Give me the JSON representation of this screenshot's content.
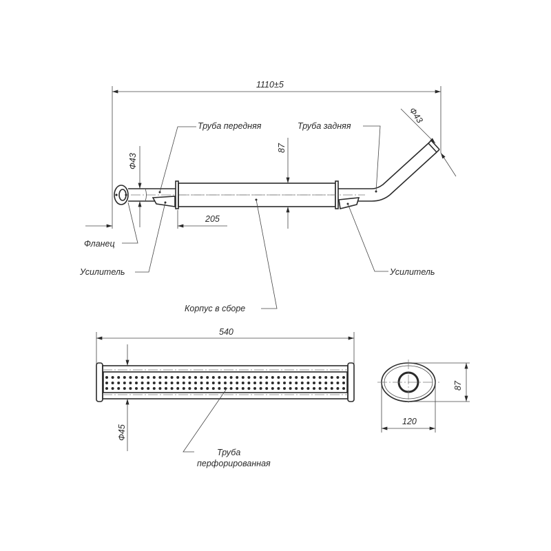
{
  "top_view": {
    "overall_length": "1110±5",
    "body_height": "87",
    "inlet_diameter": "Ф43",
    "outlet_diameter": "Ф43",
    "inlet_offset": "205",
    "labels": {
      "front_pipe": "Труба передняя",
      "rear_pipe": "Труба задняя",
      "flange": "Фланец",
      "reinforcement_left": "Усилитель",
      "reinforcement_right": "Усилитель",
      "body_assembly": "Корпус в сборе"
    }
  },
  "section_view": {
    "length": "540",
    "inner_pipe_diameter": "Ф45",
    "perforated_label_line1": "Труба",
    "perforated_label_line2": "перфорированная"
  },
  "end_view": {
    "width": "120",
    "height": "87"
  },
  "colors": {
    "line": "#2a2a2a",
    "background": "#ffffff"
  }
}
